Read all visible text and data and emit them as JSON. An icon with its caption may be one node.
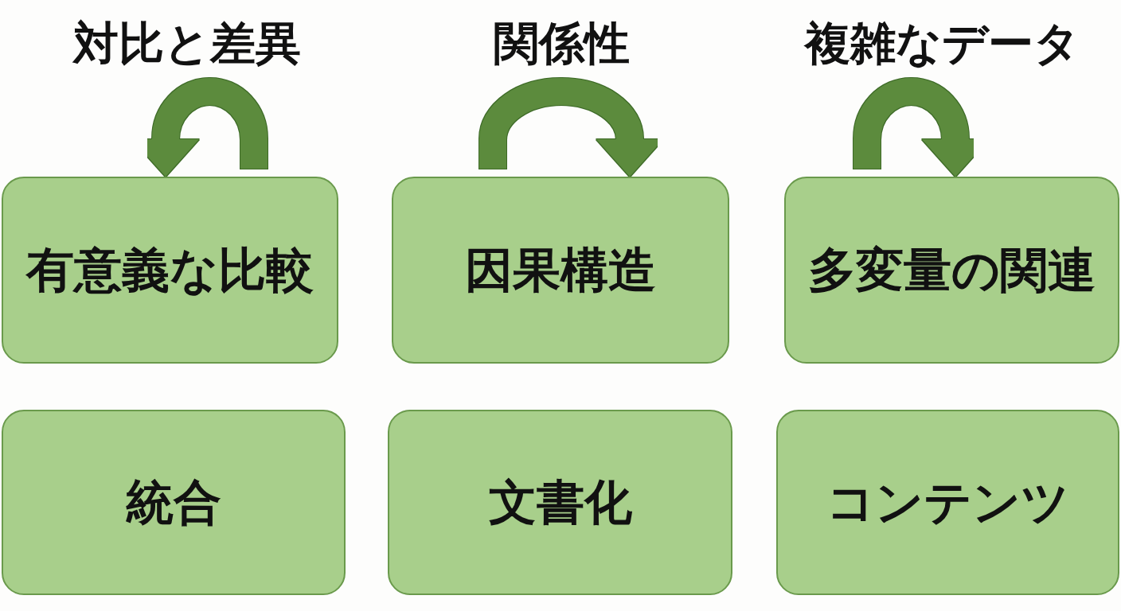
{
  "diagram": {
    "nodes": [
      {
        "text": [
          "有意義な比較"
        ]
      },
      {
        "text": [
          "因果構造"
        ]
      },
      {
        "text": [
          "多変量の関連"
        ]
      },
      {
        "text": [
          "統合"
        ]
      },
      {
        "text": [
          "文書化"
        ]
      },
      {
        "text": [
          "コンテンツ"
        ]
      }
    ],
    "edges": [
      {
        "from": null,
        "to": 0,
        "arrow": "to"
      },
      {
        "from": null,
        "to": 1,
        "arrow": "to"
      },
      {
        "from": null,
        "to": 2,
        "arrow": "to"
      }
    ],
    "labels": [
      "対比と差異",
      "関係性",
      "複雑なデータ"
    ]
  }
}
